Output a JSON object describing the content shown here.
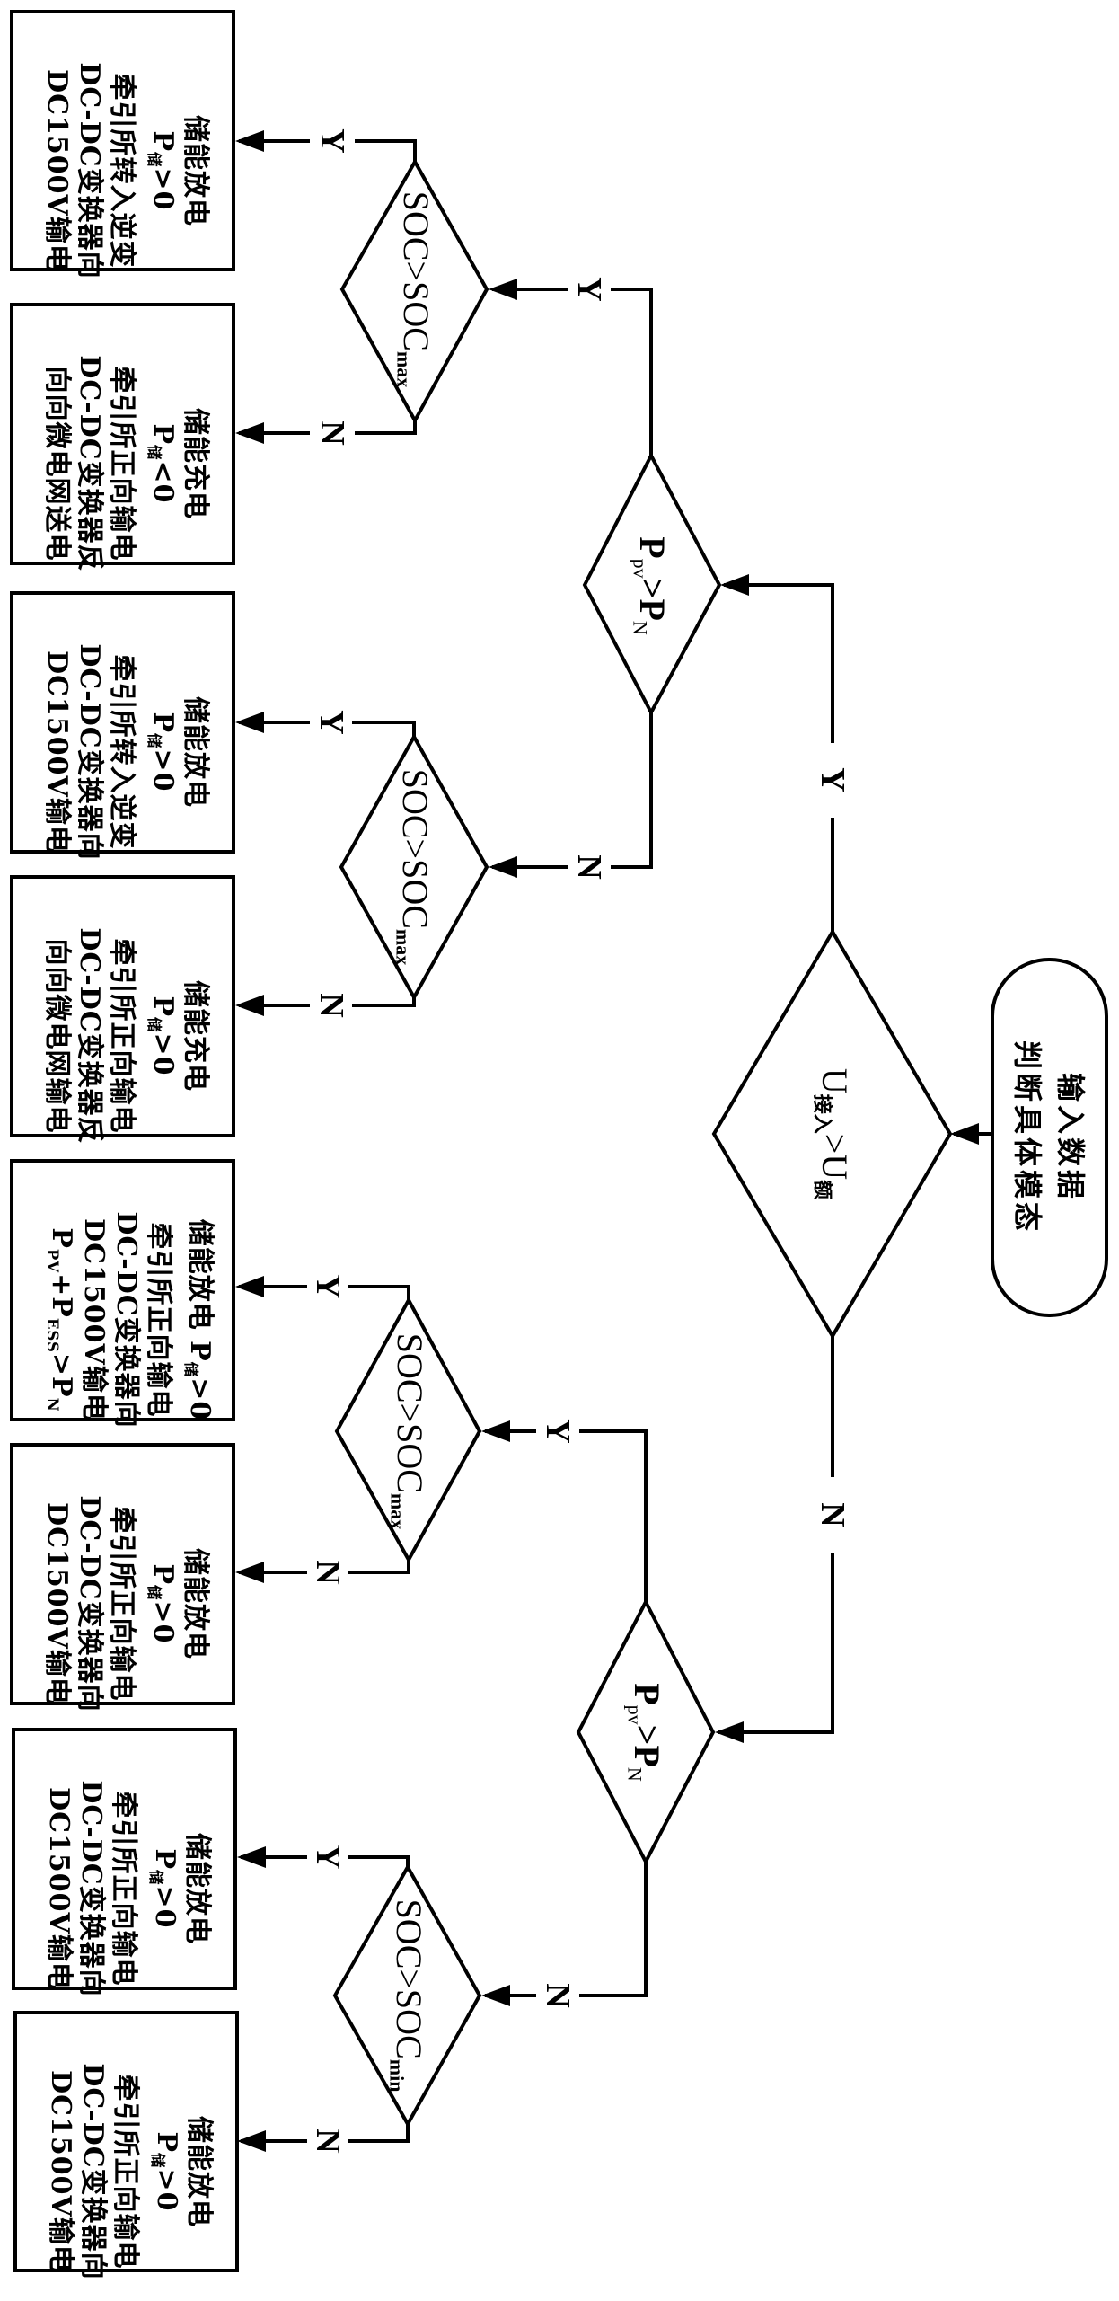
{
  "start": {
    "lines": [
      "输入数据",
      "判断具体模态"
    ]
  },
  "decisions": {
    "main": {
      "main": "U",
      "sub": "接入",
      "op": ">U",
      "sub2": "额"
    },
    "ppv_upper": {
      "main": "P",
      "sub": "pv",
      "op": ">P",
      "sub2": "N"
    },
    "ppv_lower": {
      "main": "P",
      "sub": "pv",
      "op": ">P",
      "sub2": "N"
    },
    "soc1": {
      "main": "SOC>SOC",
      "sub": "max"
    },
    "soc2": {
      "main": "SOC>SOC",
      "sub": "max"
    },
    "soc3": {
      "main": "SOC>SOC",
      "sub": "max"
    },
    "soc4": {
      "main": "SOC>SOC",
      "sub": "min"
    }
  },
  "branch_labels": {
    "yes": "Y",
    "no": "N"
  },
  "outcomes": [
    {
      "lines": [
        {
          "t": "储能放电"
        },
        {
          "p": "P",
          "s": "储",
          "r": ">0"
        },
        {
          "t": "牵引所转入逆变"
        },
        {
          "t": "DC-DC变换器向"
        },
        {
          "t": "DC1500V输电"
        }
      ]
    },
    {
      "lines": [
        {
          "t": "储能充电"
        },
        {
          "p": "P",
          "s": "储",
          "r": "<0"
        },
        {
          "t": "牵引所正向输电"
        },
        {
          "t": "DC-DC变换器反"
        },
        {
          "t": "向向微电网送电"
        }
      ]
    },
    {
      "lines": [
        {
          "t": "储能放电"
        },
        {
          "p": "P",
          "s": "储",
          "r": ">0"
        },
        {
          "t": "牵引所转入逆变"
        },
        {
          "t": "DC-DC变换器向"
        },
        {
          "t": "DC1500V输电"
        }
      ]
    },
    {
      "lines": [
        {
          "t": "储能充电"
        },
        {
          "p": "P",
          "s": "储",
          "r": ">0"
        },
        {
          "t": "牵引所正向输电"
        },
        {
          "t": "DC-DC变换器反"
        },
        {
          "t": "向向微电网输电"
        }
      ]
    },
    {
      "lines": [
        {
          "t": "储能放电 P",
          "s": "储",
          "r": ">0"
        },
        {
          "t": "牵引所正向输电"
        },
        {
          "t": "DC-DC变换器向"
        },
        {
          "t": "DC1500V输电"
        },
        {
          "t": "P",
          "s": "PV",
          "r": "+P",
          "s2": "ESS",
          "r2": ">P",
          "s3": "N"
        }
      ]
    },
    {
      "lines": [
        {
          "t": "储能放电"
        },
        {
          "p": "P",
          "s": "储",
          "r": ">0"
        },
        {
          "t": "牵引所正向输电"
        },
        {
          "t": "DC-DC变换器向"
        },
        {
          "t": "DC1500V输电"
        }
      ]
    },
    {
      "lines": [
        {
          "t": "储能放电"
        },
        {
          "p": "P",
          "s": "储",
          "r": ">0"
        },
        {
          "t": "牵引所正向输电"
        },
        {
          "t": "DC-DC变换器向"
        },
        {
          "t": "DC1500V输电"
        }
      ]
    },
    {
      "lines": [
        {
          "t": "储能放电"
        },
        {
          "p": "P",
          "s": "储",
          "r": ">0"
        },
        {
          "t": "牵引所正向输电"
        },
        {
          "t": "DC-DC变换器向"
        },
        {
          "t": "DC1500V输电"
        }
      ]
    }
  ]
}
